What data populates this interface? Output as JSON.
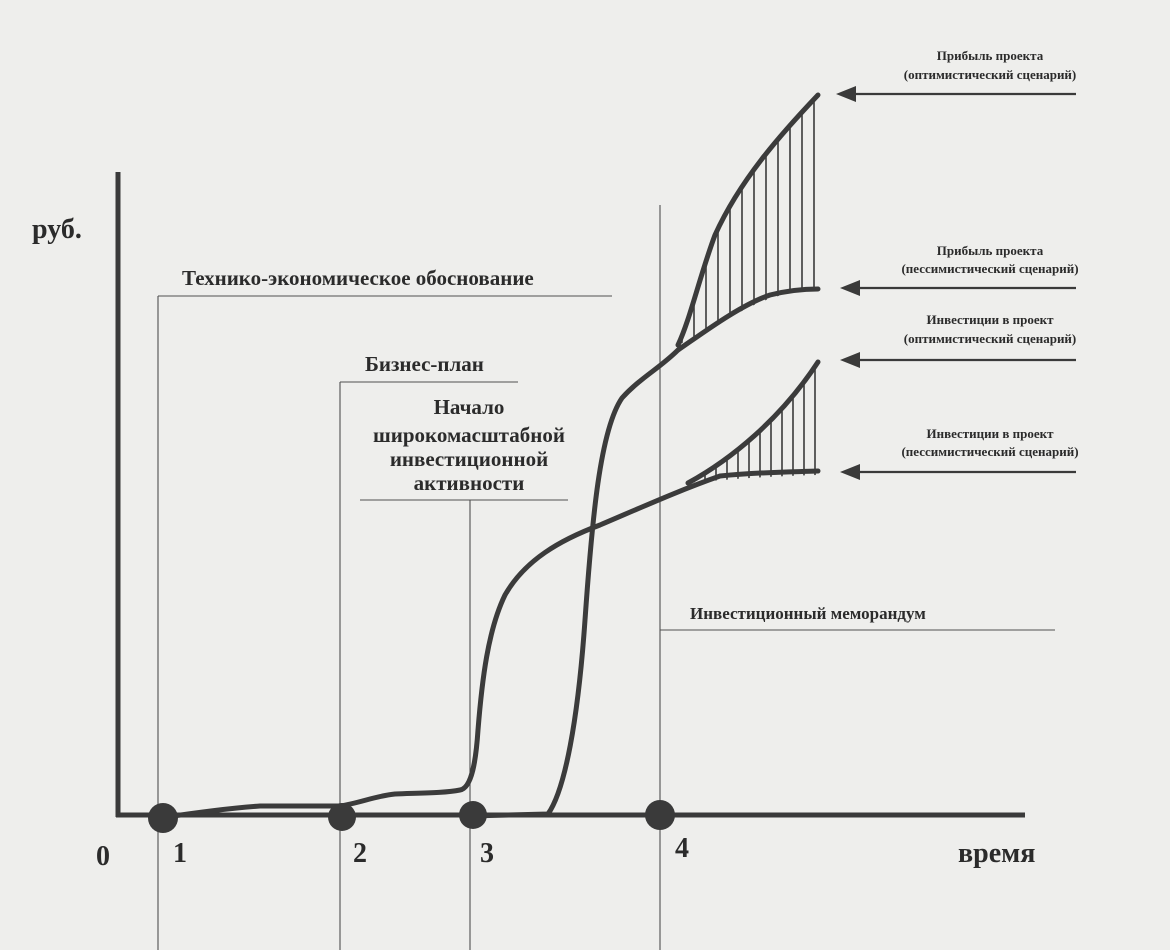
{
  "diagram": {
    "y_axis_label": "руб.",
    "x_axis_label": "время",
    "origin_label": "0",
    "milestone_labels": [
      "1",
      "2",
      "3",
      "4"
    ],
    "documents": {
      "feasibility_study": "Технико-экономическое обоснование",
      "business_plan": "Бизнес-план",
      "investment_start": [
        "Начало",
        "широкомасштабной",
        "инвестиционной",
        "активности"
      ],
      "investment_memorandum": "Инвестиционный меморандум"
    },
    "legend": {
      "profit_optimistic": [
        "Прибыль проекта",
        "(оптимистический сценарий)"
      ],
      "profit_pessimistic": [
        "Прибыль проекта",
        "(пессимистический сценарий)"
      ],
      "investment_optimistic": [
        "Инвестиции в проект",
        "(оптимистический сценарий)"
      ],
      "investment_pessimistic": [
        "Инвестиции в проект",
        "(пессимистический сценарий)"
      ]
    },
    "colors": {
      "background": "#eeeeec",
      "ink": "#3a3a3a"
    }
  }
}
